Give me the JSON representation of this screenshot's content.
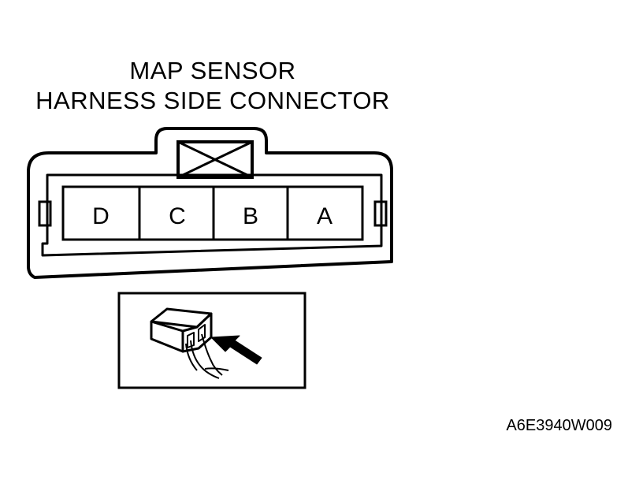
{
  "title": {
    "line1": "MAP SENSOR",
    "line2": "HARNESS SIDE CONNECTOR"
  },
  "connector": {
    "terminals": [
      "D",
      "C",
      "B",
      "A"
    ],
    "lock_icon": "x-box-icon"
  },
  "inset": {
    "icon": "connector-probe-icon"
  },
  "figure_code": "A6E3940W009"
}
